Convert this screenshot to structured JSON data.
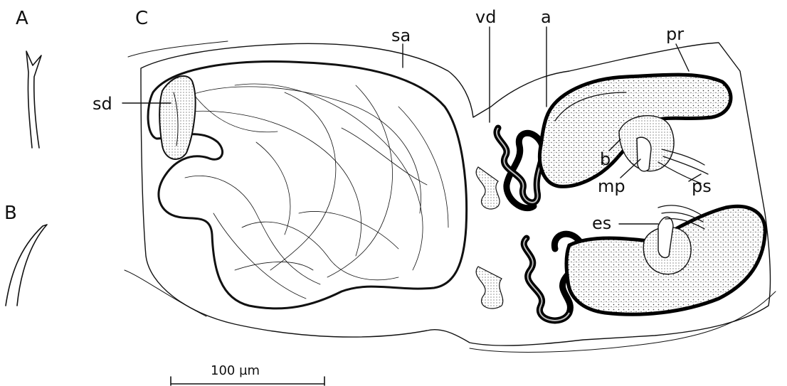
{
  "panels": {
    "a": "A",
    "b": "B",
    "c": "C"
  },
  "labels": {
    "sd": "sd",
    "sa": "sa",
    "vd": "vd",
    "a": "a",
    "pr": "pr",
    "b": "b",
    "mp": "mp",
    "ps": "ps",
    "es": "es"
  },
  "scale_bar": {
    "text": "100 µm"
  },
  "colors": {
    "ink": "#111111",
    "paper": "#ffffff",
    "tissue": "#f4f4f4"
  }
}
